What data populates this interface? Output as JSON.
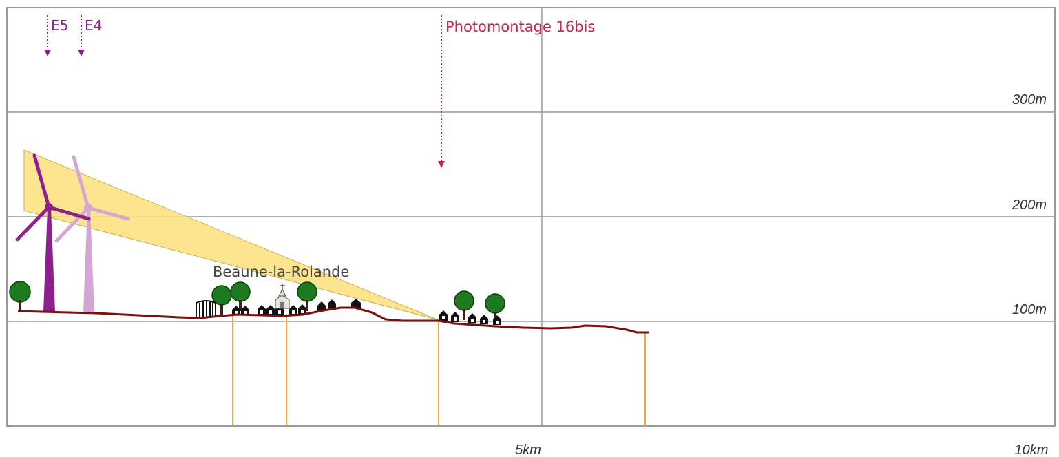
{
  "profile": {
    "elevation_ticks": [
      {
        "label": "100m",
        "value": 100
      },
      {
        "label": "200m",
        "value": 200
      },
      {
        "label": "300m",
        "value": 300
      }
    ],
    "distance_ticks": [
      {
        "label": "5km",
        "value": 5
      },
      {
        "label": "10km",
        "value": 10
      }
    ],
    "elevation_range_m": [
      0,
      400
    ],
    "distance_range_km": [
      0,
      10
    ]
  },
  "turbines": [
    {
      "label": "E5",
      "color": "#8e1f8e"
    },
    {
      "label": "E4",
      "color": "#d4a6d6"
    }
  ],
  "viewpoint": {
    "label": "Photomontage 16bis",
    "color": "#c8254a"
  },
  "village": {
    "label": "Beaune-la-Rolande"
  },
  "colors": {
    "terrain": "#7a0f0f",
    "sightline_fill": "#fbe07a",
    "grid": "#9a9a9a",
    "leader": "#f2a541",
    "tree": "#1e7a1e"
  },
  "icons": [
    "wind-turbine-icon",
    "tree-icon",
    "house-icon",
    "church-icon",
    "gate-icon"
  ]
}
